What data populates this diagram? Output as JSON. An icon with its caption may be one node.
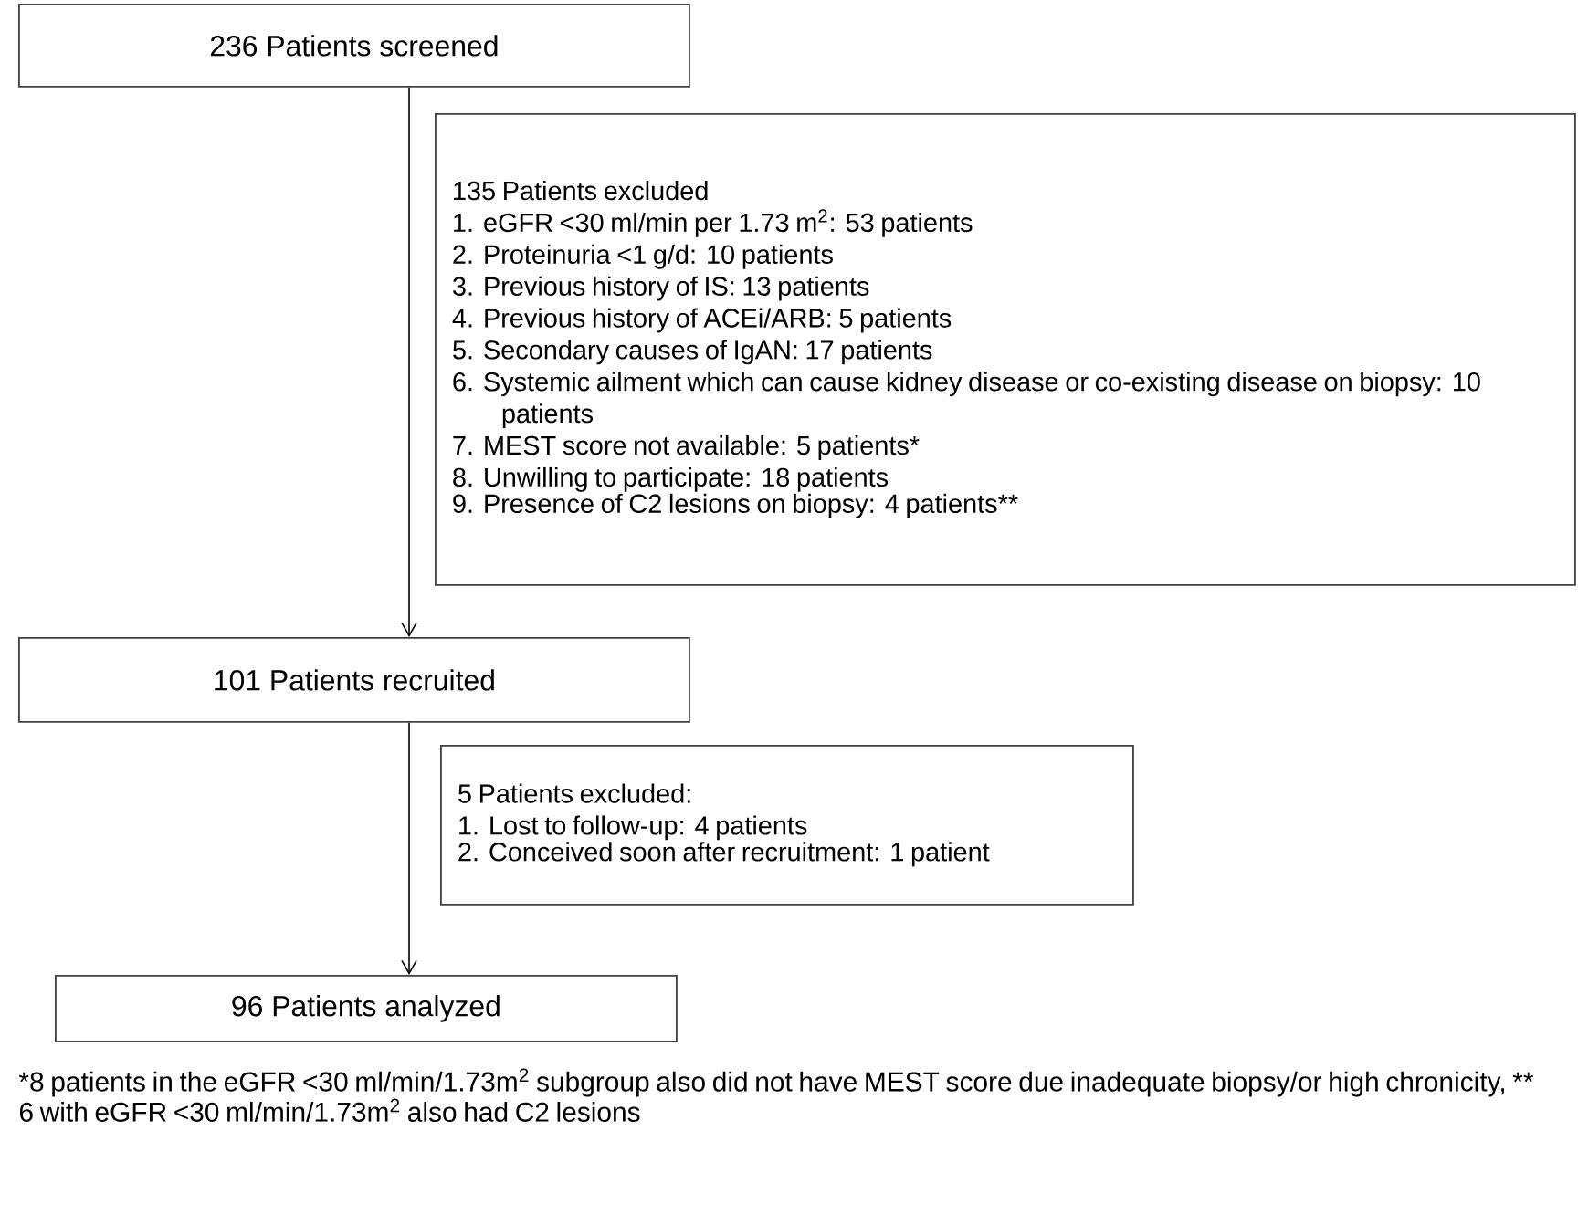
{
  "diagram": {
    "nodes": [
      {
        "text": [
          "236 Patients screened"
        ]
      },
      {
        "text": [
          "135 Patients excluded",
          "1. eGFR <30 ml/min per 1.73 m$^{2}$: 53 patients",
          "2. Proteinuria <1 g/d: 10 patients",
          "3. Previous history of IS: 13 patients",
          "4. Previous history of ACEi/ARB: 5 patients",
          "5. Secondary causes of IgAN: 17 patients",
          "6. Systemic ailment which can cause kidney disease or co-existing disease on biopsy: 10 patients",
          "7. MEST score not available: 5 patients*",
          "8. Unwilling to participate: 18 patients",
          "9. Presence of C2 lesions on biopsy: 4 patients**"
        ]
      },
      {
        "text": [
          "101 Patients recruited"
        ]
      },
      {
        "text": [
          "5 Patients excluded:",
          "1. Lost to follow-up: 4 patients",
          "2. Conceived soon after recruitment: 1 patient"
        ]
      },
      {
        "text": [
          "96 Patients analyzed"
        ]
      }
    ],
    "edges": [
      {
        "from": 0,
        "to": 2,
        "arrow": "to"
      },
      {
        "from": 2,
        "to": 4,
        "arrow": "to"
      }
    ],
    "labels": [
      "*8 patients in the eGFR <30 ml/min/1.73m$^{2}$ subgroup also did not have MEST score due inadequate biopsy/or high chronicity, ** 6 with eGFR <30 ml/min/1.73m$^{2}$ also had C2 lesions"
    ]
  }
}
